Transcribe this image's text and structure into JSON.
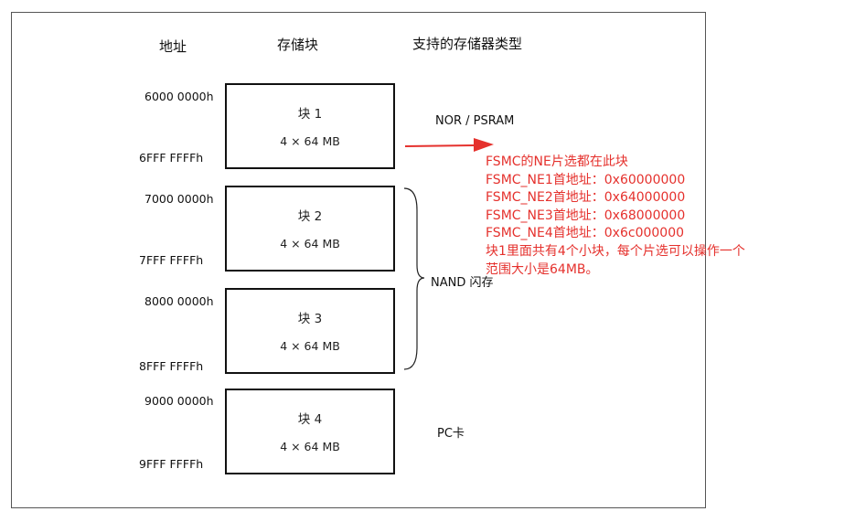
{
  "headers": {
    "address": "地址",
    "block": "存储块",
    "memory_type": "支持的存储器类型"
  },
  "blocks": [
    {
      "name": "块 1",
      "size": "4 × 64 MB",
      "start": "6000 0000h",
      "end": "6FFF FFFFh"
    },
    {
      "name": "块 2",
      "size": "4 × 64 MB",
      "start": "7000 0000h",
      "end": "7FFF FFFFh"
    },
    {
      "name": "块 3",
      "size": "4 × 64 MB",
      "start": "8000 0000h",
      "end": "8FFF FFFFh"
    },
    {
      "name": "块 4",
      "size": "4 × 64 MB",
      "start": "9000 0000h",
      "end": "9FFF FFFFh"
    }
  ],
  "memory_types": {
    "nor_psram": "NOR /  PSRAM",
    "nand": "NAND 闪存",
    "pc_card": "PC卡"
  },
  "annotation": {
    "color": "#e5312d",
    "lines": [
      "FSMC的NE片选都在此块",
      "FSMC_NE1首地址：0x60000000",
      "FSMC_NE2首地址：0x64000000",
      "FSMC_NE3首地址：0x68000000",
      "FSMC_NE4首地址：0x6c000000",
      "块1里面共有4个小块，每个片选可以操作一个",
      "范围大小是64MB。"
    ]
  }
}
